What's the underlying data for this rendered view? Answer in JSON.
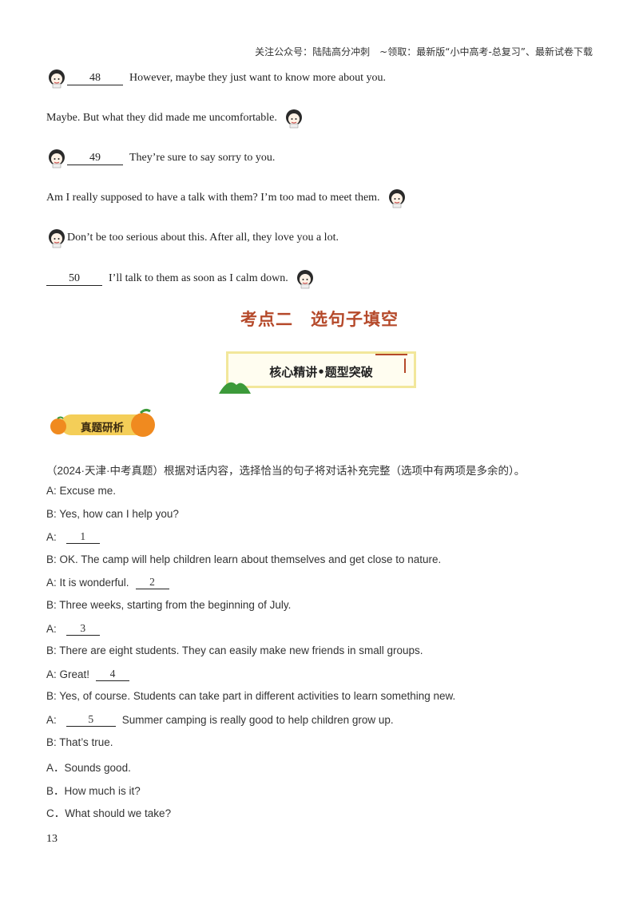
{
  "header_note": "关注公众号：陆陆高分冲刺　~领取：最新版“小中高考-总复习”、最新试卷下载",
  "dialogue1": [
    {
      "speaker": "left",
      "blank": "48",
      "text": "However, maybe they just want to know more about you."
    },
    {
      "speaker": "right",
      "blank": "",
      "text": "Maybe. But what they did made me uncomfortable."
    },
    {
      "speaker": "left",
      "blank": "49",
      "text": "They’re sure to say sorry to you."
    },
    {
      "speaker": "right",
      "blank": "",
      "text": "Am I really supposed to have a talk with them? I’m too mad to meet them."
    },
    {
      "speaker": "left",
      "blank": "",
      "text": "Don’t be too serious about this. After all, they love you a lot."
    },
    {
      "speaker": "right",
      "blank": "50",
      "text": "I’ll talk to them as soon as I calm down."
    }
  ],
  "section_title": "考点二　选句子填空",
  "core_box_label": "核心精讲•题型突破",
  "badge_label": "真题研析",
  "instruction": "（2024·天津·中考真题）根据对话内容，选择恰当的句子将对话补充完整（选项中有两项是多余的）。",
  "dialogue2": [
    {
      "prefix": "A: Excuse me.",
      "blank": "",
      "text": ""
    },
    {
      "prefix": "B: Yes, how can I help you?",
      "blank": "",
      "text": ""
    },
    {
      "prefix": "A:",
      "blank": "1",
      "text": ""
    },
    {
      "prefix": "B: OK. The camp will help children learn about themselves and get close to nature.",
      "blank": "",
      "text": ""
    },
    {
      "prefix": "A: It is wonderful.",
      "blank": "2",
      "text": ""
    },
    {
      "prefix": "B: Three weeks, starting from the beginning of July.",
      "blank": "",
      "text": ""
    },
    {
      "prefix": "A:",
      "blank": "3",
      "text": ""
    },
    {
      "prefix": "B: There are eight students. They can easily make new friends in small groups.",
      "blank": "",
      "text": ""
    },
    {
      "prefix": "A: Great!",
      "blank": "4",
      "text": ""
    },
    {
      "prefix": "B: Yes, of course. Students can take part in different activities to learn something new.",
      "blank": "",
      "text": ""
    },
    {
      "prefix": "A:",
      "blank": "5",
      "text": "Summer camping is really good to help children grow up."
    },
    {
      "prefix": "B: That’s true.",
      "blank": "",
      "text": ""
    },
    {
      "prefix": "A．Sounds good.",
      "blank": "",
      "text": ""
    },
    {
      "prefix": "B．How much is it?",
      "blank": "",
      "text": ""
    },
    {
      "prefix": "C．What should we take?",
      "blank": "",
      "text": ""
    }
  ],
  "page_number": "13"
}
